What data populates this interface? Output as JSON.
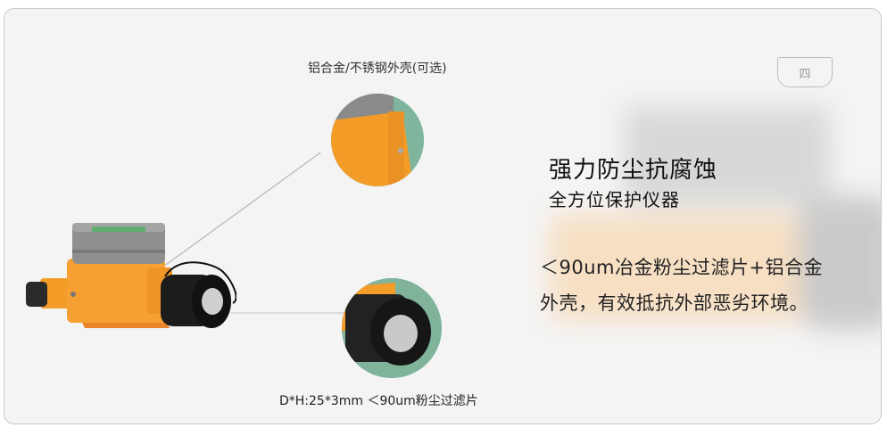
{
  "page_indicator": {
    "label": "四"
  },
  "callouts": {
    "top": {
      "label": "铝合金/不锈钢外壳(可选)"
    },
    "bottom": {
      "label": "D*H:25*3mm  ＜90um粉尘过滤片"
    }
  },
  "feature": {
    "headline": "强力防尘抗腐蚀",
    "subhead": "全方位保护仪器",
    "description_lines": [
      "＜90um冶金粉尘过滤片+铝合金",
      "外壳，有效抵抗外部恶劣环境。"
    ]
  },
  "colors": {
    "card_background": "#f4f4f4",
    "product_orange": "#f39c28",
    "callout_green": "#7fb59c",
    "housing_gray": "#8c8c8c",
    "sensor_black": "#1a1a1a"
  },
  "images": {
    "product": "gas-detector-product-photo",
    "zoom_top": "housing-detail-closeup",
    "zoom_bottom": "filter-sensor-closeup"
  }
}
